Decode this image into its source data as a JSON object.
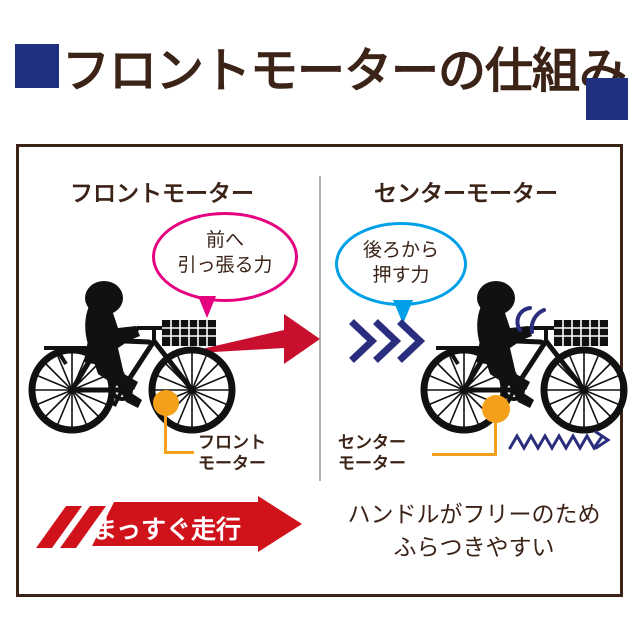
{
  "title": {
    "text": "フロントモーターの仕組み",
    "square_color": "#1f3081",
    "text_color": "#3b2317"
  },
  "panels": {
    "left": {
      "heading": "フロントモーター",
      "bubble": {
        "text": "前へ\n引っ張る力",
        "border_color": "#e4007f"
      },
      "force_arrow": {
        "name": "pull-forward-arrow",
        "color": "#c8102e"
      },
      "motor_label": "フロント\nモーター",
      "motor_color": "#f5a01b",
      "conclusion": "まっすぐ走行",
      "conclusion_banner_color": "#d0121b",
      "conclusion_text_color": "#ffffff"
    },
    "right": {
      "heading": "センターモーター",
      "bubble": {
        "text": "後ろから\n押す力",
        "border_color": "#00a0e9"
      },
      "force_arrow": {
        "name": "push-from-behind-chevrons",
        "color": "#2b2d7f"
      },
      "motor_label": "センター\nモーター",
      "motor_color": "#f5a01b",
      "wobble_color": "#2b2d7f",
      "conclusion": "ハンドルがフリーのため\nふらつきやすい",
      "conclusion_text_color": "#3b2317"
    }
  },
  "frame": {
    "border_color": "#3b2317",
    "divider_color": "#b5aeae"
  },
  "icons": {
    "bicycle": "bicycle-rider-silhouette",
    "motor_dot": "motor-hub-dot",
    "wobble_arc": "wobble-arc",
    "wobble_path": "wavy-path-arrow"
  }
}
